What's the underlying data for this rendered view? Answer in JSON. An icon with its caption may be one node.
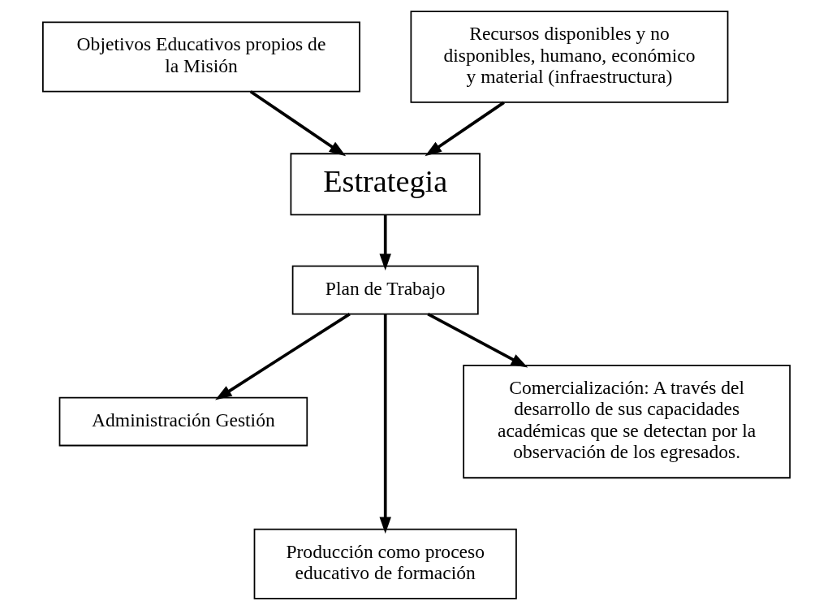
{
  "diagram": {
    "nodes": [
      {
        "text": [
          "Objetivos Educativos propios de la Misión"
        ]
      },
      {
        "text": [
          "Recursos disponibles y no disponibles, humano, económico y material (infraestructura)"
        ]
      },
      {
        "text": [
          "Estrategia"
        ]
      },
      {
        "text": [
          "Plan de Trabajo"
        ]
      },
      {
        "text": [
          "Administración Gestión"
        ]
      },
      {
        "text": [
          "Producción como proceso educativo de formación"
        ]
      },
      {
        "text": [
          "Comercialización: A través del desarrollo de sus capacidades académicas que se detectan por la observación de los egresados."
        ]
      }
    ],
    "edges": [
      {
        "from": 0,
        "to": 2,
        "arrow": "to"
      },
      {
        "from": 1,
        "to": 2,
        "arrow": "to"
      },
      {
        "from": 2,
        "to": 3,
        "arrow": "to"
      },
      {
        "from": 3,
        "to": 4,
        "arrow": "to"
      },
      {
        "from": 3,
        "to": 5,
        "arrow": "to"
      },
      {
        "from": 3,
        "to": 6,
        "arrow": "to"
      }
    ]
  }
}
